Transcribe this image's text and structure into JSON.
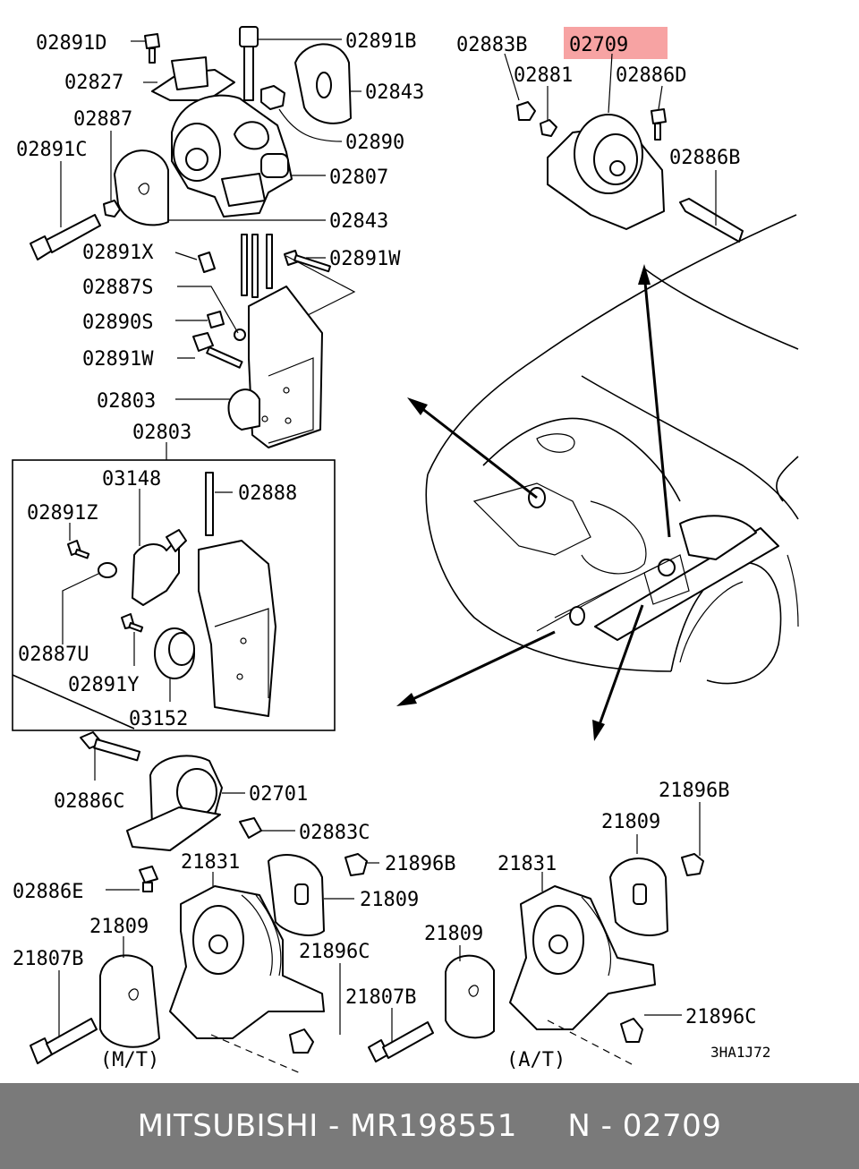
{
  "highlight_color": "#f7a3a3",
  "footer_bg": "#7a7a7a",
  "labels": {
    "p02891D": "02891D",
    "p02891B": "02891B",
    "p02883B": "02883B",
    "p02709": "02709",
    "p02827": "02827",
    "p02843a": "02843",
    "p02881": "02881",
    "p02886D": "02886D",
    "p02887": "02887",
    "p02891C": "02891C",
    "p02890": "02890",
    "p02807": "02807",
    "p02886B": "02886B",
    "p02843b": "02843",
    "p02891X": "02891X",
    "p02891W_top": "02891W",
    "p02887S": "02887S",
    "p02890S": "02890S",
    "p02891W": "02891W",
    "p02803a": "02803",
    "p02803b": "02803",
    "p03148": "03148",
    "p02888": "02888",
    "p02891Z": "02891Z",
    "p02887U": "02887U",
    "p02891Y": "02891Y",
    "p03152": "03152",
    "p02886C": "02886C",
    "p02701": "02701",
    "p02883C": "02883C",
    "p21896B_r": "21896B",
    "p21809_r": "21809",
    "p21831_l": "21831",
    "p21896B_m": "21896B",
    "p21831_r": "21831",
    "p02886E": "02886E",
    "p21809_m": "21809",
    "p21809_l": "21809",
    "p21809_ml": "21809",
    "p21807B_l": "21807B",
    "p21896C_m": "21896C",
    "p21807B_m": "21807B",
    "p21896C_r": "21896C",
    "mt": "(M/T)",
    "at": "(A/T)",
    "code": "3HA1J72"
  },
  "footer": {
    "brand": "MITSUBISHI",
    "part_number": "MR198551",
    "ref": "N - 02709",
    "text": "MITSUBISHI - MR198551     N - 02709"
  }
}
